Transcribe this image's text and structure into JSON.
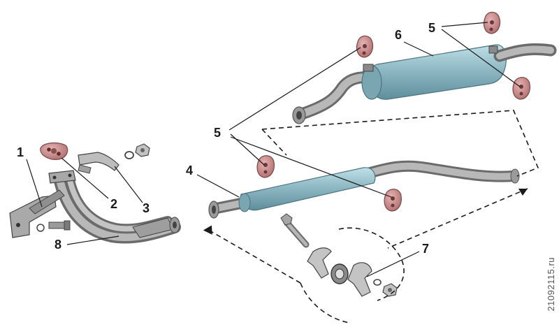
{
  "callouts": {
    "c1": "1",
    "c2": "2",
    "c3": "3",
    "c4": "4",
    "c5a": "5",
    "c5b": "5",
    "c6": "6",
    "c7": "7",
    "c8": "8"
  },
  "watermark": "21092115.ru",
  "colors": {
    "muffler": "#8fb9c4",
    "muffler_shade": "#5f8f9c",
    "pipe": "#9a9a9a",
    "pipe_dark": "#6b6b6b",
    "rubber": "#c98a8a",
    "metal": "#bfbfbf"
  }
}
